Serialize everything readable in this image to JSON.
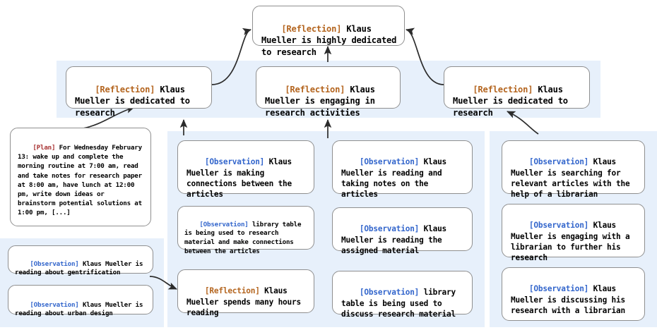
{
  "diagram": {
    "title": "Reflection tree for Klaus Mueller",
    "panel_color": "#e7f0fb",
    "tag_colors": {
      "reflection": "#b4651f",
      "observation": "#3366cc",
      "plan": "#a83232"
    }
  },
  "nodes": {
    "root_reflection": {
      "tag": "[Reflection]",
      "text": " Klaus Mueller is highly dedicated to research"
    },
    "reflection_left": {
      "tag": "[Reflection]",
      "text": " Klaus Mueller is dedicated to research"
    },
    "reflection_mid": {
      "tag": "[Reflection]",
      "text": " Klaus Mueller is engaging in research activities"
    },
    "reflection_right": {
      "tag": "[Reflection]",
      "text": " Klaus Mueller is dedicated to research"
    },
    "plan": {
      "tag": "[Plan]",
      "text": " For Wednesday February 13: wake up and complete the morning routine at 7:00 am, read and take notes for research paper at 8:00 am, have lunch at 12:00 pm, write down ideas or brainstorm potential solutions at 1:00 pm, [...]"
    },
    "obs_gentrification": {
      "tag": "[Observation]",
      "text": " Klaus Mueller is reading about gentrification"
    },
    "obs_urban_design": {
      "tag": "[Observation]",
      "text": " Klaus Mueller is reading about urban design"
    },
    "obs_connections": {
      "tag": "[Observation]",
      "text": " Klaus Mueller is making connections between the articles"
    },
    "obs_library_table_connections": {
      "tag": "[Observation]",
      "text": " library table is being used to research material and make connections between the articles"
    },
    "reflection_hours_reading": {
      "tag": "[Reflection]",
      "text": " Klaus Mueller spends many hours reading"
    },
    "obs_reading_notes": {
      "tag": "[Observation]",
      "text": " Klaus Mueller is reading and taking notes on the articles"
    },
    "obs_assigned_material": {
      "tag": "[Observation]",
      "text": " Klaus Mueller is reading the assigned material"
    },
    "obs_library_table_discuss": {
      "tag": "[Observation]",
      "text": " library table is being used to discuss research material"
    },
    "obs_searching_articles": {
      "tag": "[Observation]",
      "text": " Klaus Mueller is searching for relevant articles with the help of a librarian"
    },
    "obs_engaging_librarian": {
      "tag": "[Observation]",
      "text": " Klaus Mueller is engaging with a librarian to further his research"
    },
    "obs_discussing_librarian": {
      "tag": "[Observation]",
      "text": " Klaus Mueller is discussing his research with a librarian"
    }
  }
}
